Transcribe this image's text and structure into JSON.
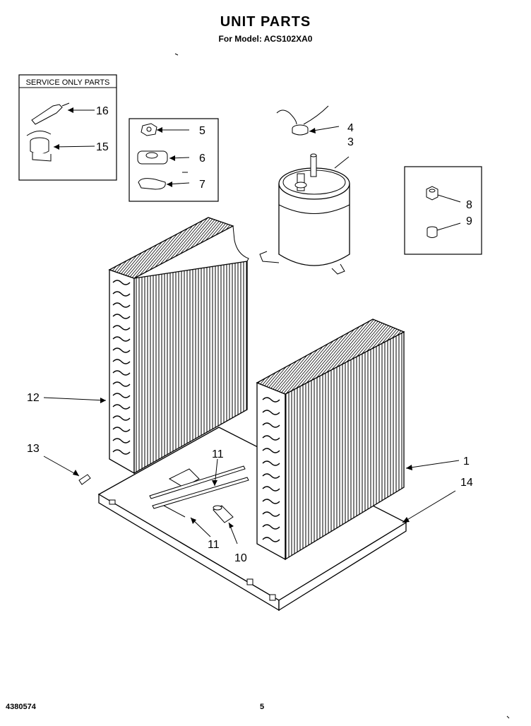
{
  "header": {
    "title": "UNIT PARTS",
    "model_line": "For Model: ACS102XA0"
  },
  "service_box": {
    "title": "SERVICE ONLY PARTS"
  },
  "callouts": {
    "c1": "1",
    "c3": "3",
    "c4": "4",
    "c5": "5",
    "c6": "6",
    "c7": "7",
    "c8": "8",
    "c9": "9",
    "c10": "10",
    "c11a": "11",
    "c11b": "11",
    "c12": "12",
    "c13": "13",
    "c14": "14",
    "c15": "15",
    "c16": "16"
  },
  "footer": {
    "doc_number": "4380574",
    "page_number": "5"
  }
}
